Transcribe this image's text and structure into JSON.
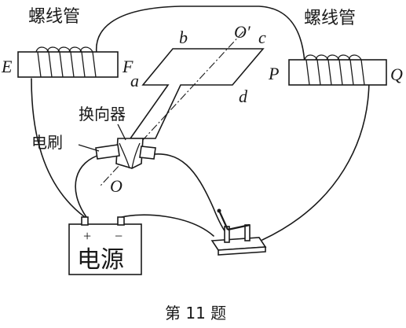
{
  "labels": {
    "solenoid_left_title": "螺线管",
    "solenoid_right_title": "螺线管",
    "end_E": "E",
    "end_F": "F",
    "end_P": "P",
    "end_Q": "Q",
    "corner_a": "a",
    "corner_b": "b",
    "corner_c": "c",
    "corner_d": "d",
    "axis_top": "O′",
    "axis_bottom": "O",
    "commutator": "换向器",
    "brush": "电刷",
    "battery_plus": "+",
    "battery_minus": "−",
    "battery_name": "电源",
    "caption": "第 11 题"
  }
}
